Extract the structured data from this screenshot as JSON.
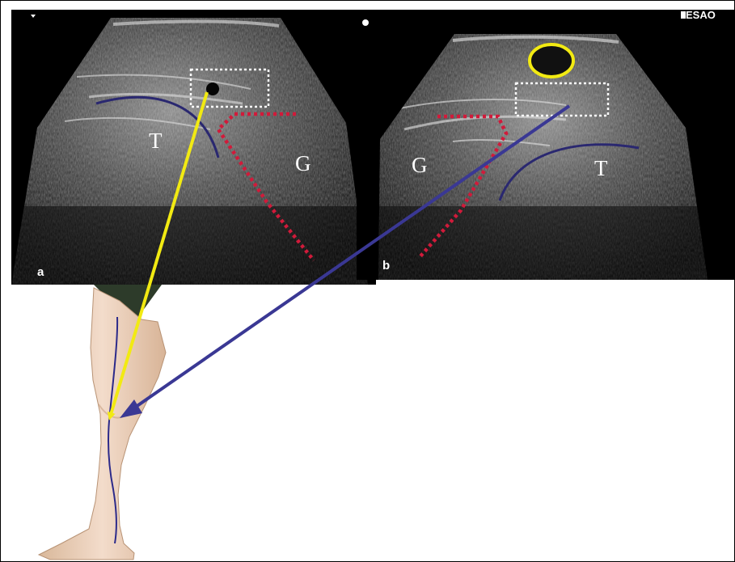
{
  "figure": {
    "panels": [
      {
        "id": "a",
        "letter": "a",
        "labels": {
          "tendon": "T",
          "gland": "G"
        }
      },
      {
        "id": "b",
        "letter": "b",
        "labels": {
          "tendon": "T",
          "gland": "G"
        }
      }
    ],
    "corner_mark": "ESAO",
    "colors": {
      "probe_a_arrow": "#f2ea12",
      "probe_b_arrow": "#3a3894",
      "tendon_outline": "#2a2870",
      "gland_outline": "#d11a3a",
      "nerve_box": "#ffffff",
      "vessel_circle": "#f2ea12",
      "leg_nerve_line": "#2c2a8a",
      "scan_background": "#000000"
    },
    "icons": [
      "leg-illustration",
      "yellow-arrow",
      "blue-arrow",
      "vessel-circle"
    ]
  }
}
